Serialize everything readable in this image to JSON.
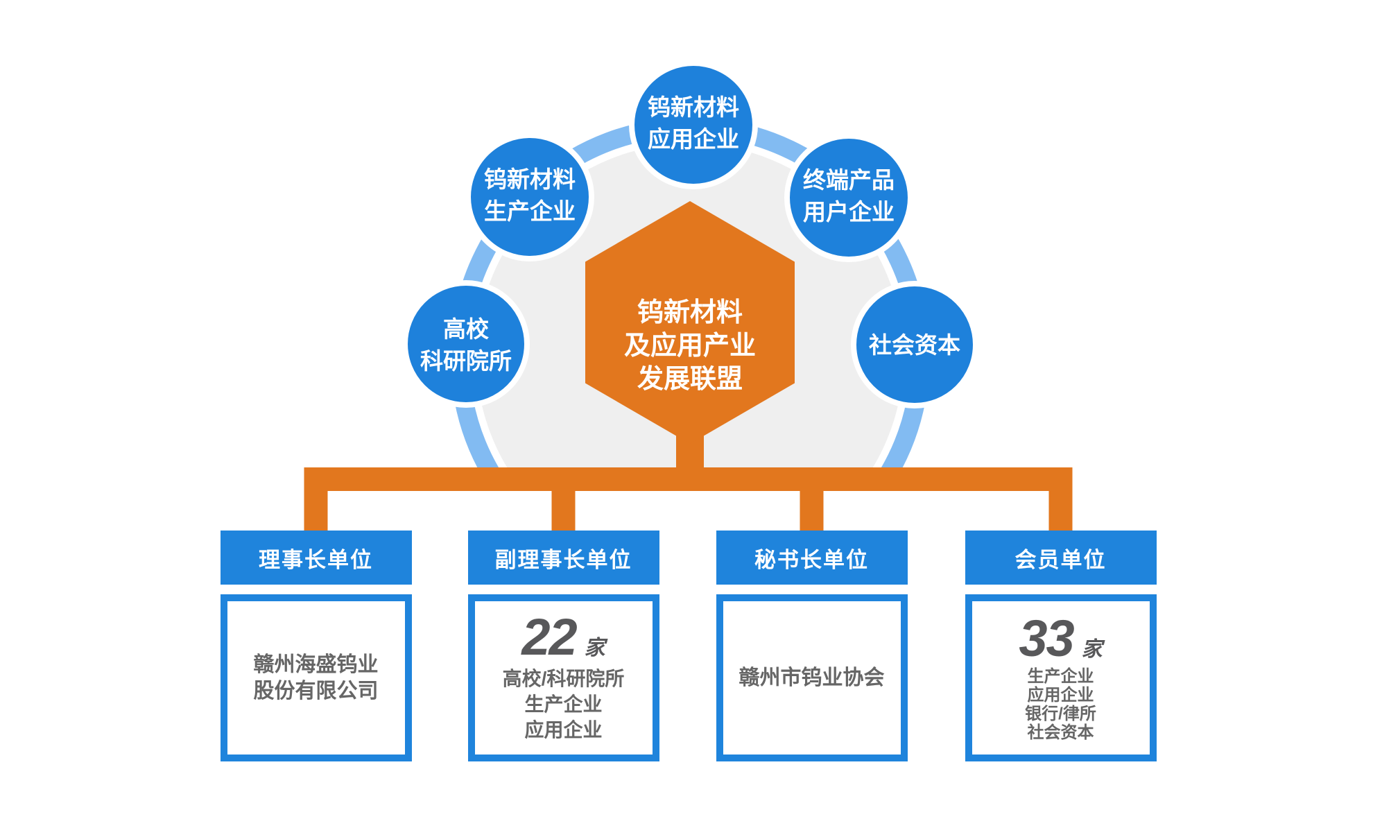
{
  "colors": {
    "blue": "#1F84DC",
    "light_blue_arc": "#82BBF2",
    "orange": "#E2771E",
    "gray_disc": "#EFEFEF",
    "text_gray": "#666666",
    "number_gray": "#58585A",
    "background": "#FFFFFF"
  },
  "hexagon": {
    "lines": [
      "钨新材料",
      "及应用产业",
      "发展联盟"
    ]
  },
  "circles": [
    {
      "id": "tungsten-application",
      "lines": [
        "钨新材料",
        "应用企业"
      ]
    },
    {
      "id": "tungsten-production",
      "lines": [
        "钨新材料",
        "生产企业"
      ]
    },
    {
      "id": "end-product-users",
      "lines": [
        "终端产品",
        "用户企业"
      ]
    },
    {
      "id": "universities",
      "lines": [
        "高校",
        "科研院所"
      ]
    },
    {
      "id": "social-capital",
      "lines": [
        "社会资本"
      ]
    }
  ],
  "boxes": [
    {
      "header": "理事长单位",
      "lines": [
        "赣州海盛钨业",
        "股份有限公司"
      ]
    },
    {
      "header": "副理事长单位",
      "count": "22",
      "count_unit": "家",
      "lines": [
        "高校/科研院所",
        "生产企业",
        "应用企业"
      ]
    },
    {
      "header": "秘书长单位",
      "lines": [
        "赣州市钨业协会"
      ]
    },
    {
      "header": "会员单位",
      "count": "33",
      "count_unit": "家",
      "lines": [
        "生产企业",
        "应用企业",
        "银行/律所",
        "社会资本"
      ]
    }
  ]
}
